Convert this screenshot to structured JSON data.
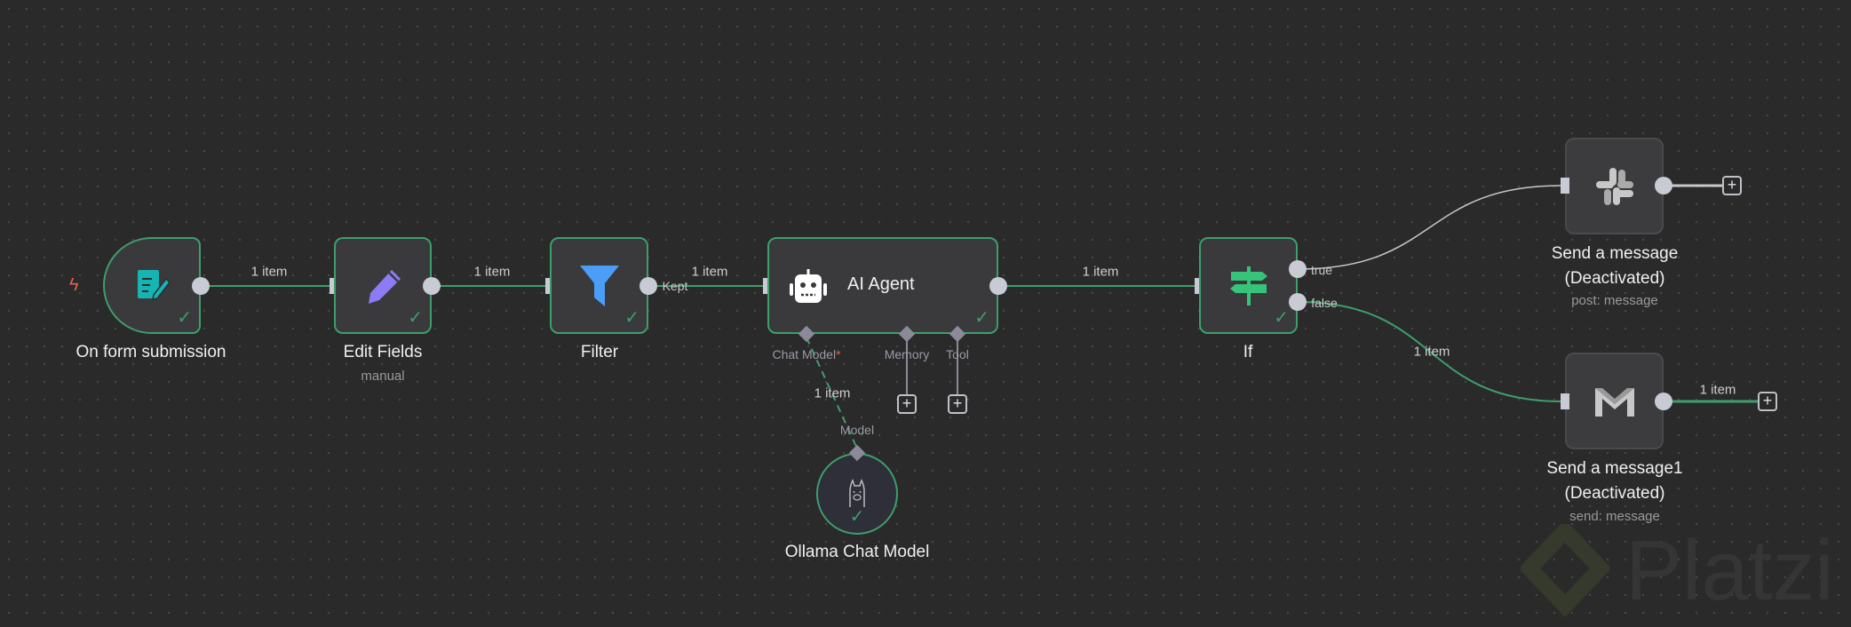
{
  "nodes": {
    "trigger": {
      "title": "On form submission"
    },
    "edit": {
      "title": "Edit Fields",
      "subtitle": "manual"
    },
    "filter": {
      "title": "Filter",
      "output_label": "Kept"
    },
    "agent": {
      "title": "AI Agent",
      "ports": {
        "chat_model": "Chat Model",
        "required_mark": "*",
        "memory": "Memory",
        "tool": "Tool"
      }
    },
    "if": {
      "title": "If",
      "true_label": "true",
      "false_label": "false"
    },
    "slack": {
      "title": "Send a message",
      "status": "(Deactivated)",
      "subtitle": "post: message"
    },
    "gmail": {
      "title": "Send a message1",
      "status": "(Deactivated)",
      "subtitle": "send: message"
    },
    "ollama": {
      "title": "Ollama Chat Model",
      "port": "Model"
    }
  },
  "edges": {
    "trigger_edit": "1 item",
    "edit_filter": "1 item",
    "filter_agent": "1 item",
    "agent_if": "1 item",
    "if_false_gmail": "1 item",
    "ollama_agent": "1 item",
    "gmail_out": "1 item"
  },
  "colors": {
    "success": "#3e9e6c",
    "canvas": "#2a2a2a",
    "node": "#3a3a3c",
    "trigger_bolt": "#e8604c"
  },
  "watermark": "Platzi"
}
